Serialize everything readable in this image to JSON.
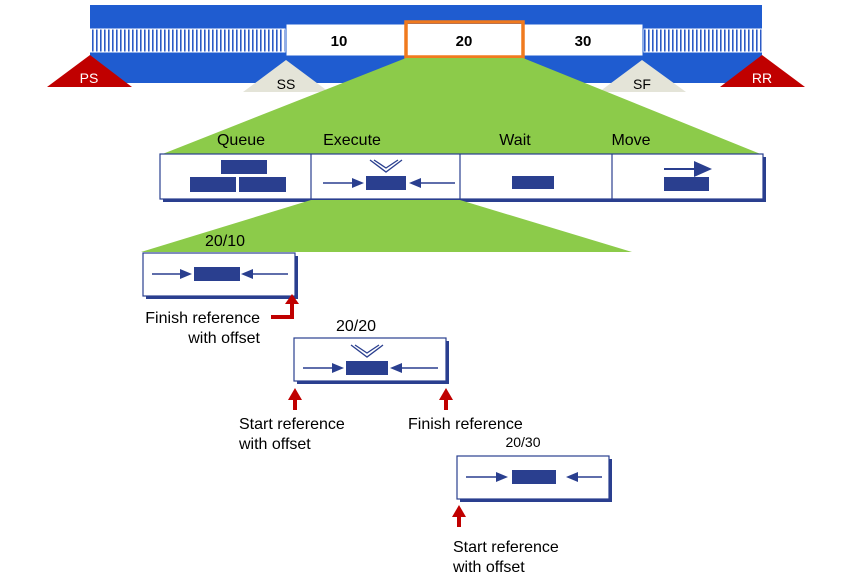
{
  "routing_bar": {
    "operations": [
      "10",
      "20",
      "30"
    ],
    "selected_operation": "20",
    "markers": {
      "left_end": "PS",
      "start_side": "SS",
      "finish_side": "SF",
      "right_end": "RR"
    }
  },
  "phases": {
    "labels": [
      "Queue",
      "Execute",
      "Wait",
      "Move"
    ]
  },
  "sub_operations": [
    {
      "id": "20/10",
      "references": [
        {
          "text": [
            "Finish reference",
            "with offset"
          ]
        }
      ]
    },
    {
      "id": "20/20",
      "references": [
        {
          "text": [
            "Start reference",
            "with offset"
          ]
        },
        {
          "text": [
            "Finish reference"
          ]
        }
      ]
    },
    {
      "id": "20/30",
      "references": [
        {
          "text": [
            "Start reference",
            "with offset"
          ]
        }
      ]
    }
  ],
  "colors": {
    "bar_blue": "#1F5CD0",
    "box_navy": "#2A3F8F",
    "selection_orange": "#F07A1E",
    "marker_red": "#C00000",
    "fan_green": "#8CCB4A",
    "triangle_grey": "#E4E4D8",
    "arrow_red": "#C00000"
  }
}
